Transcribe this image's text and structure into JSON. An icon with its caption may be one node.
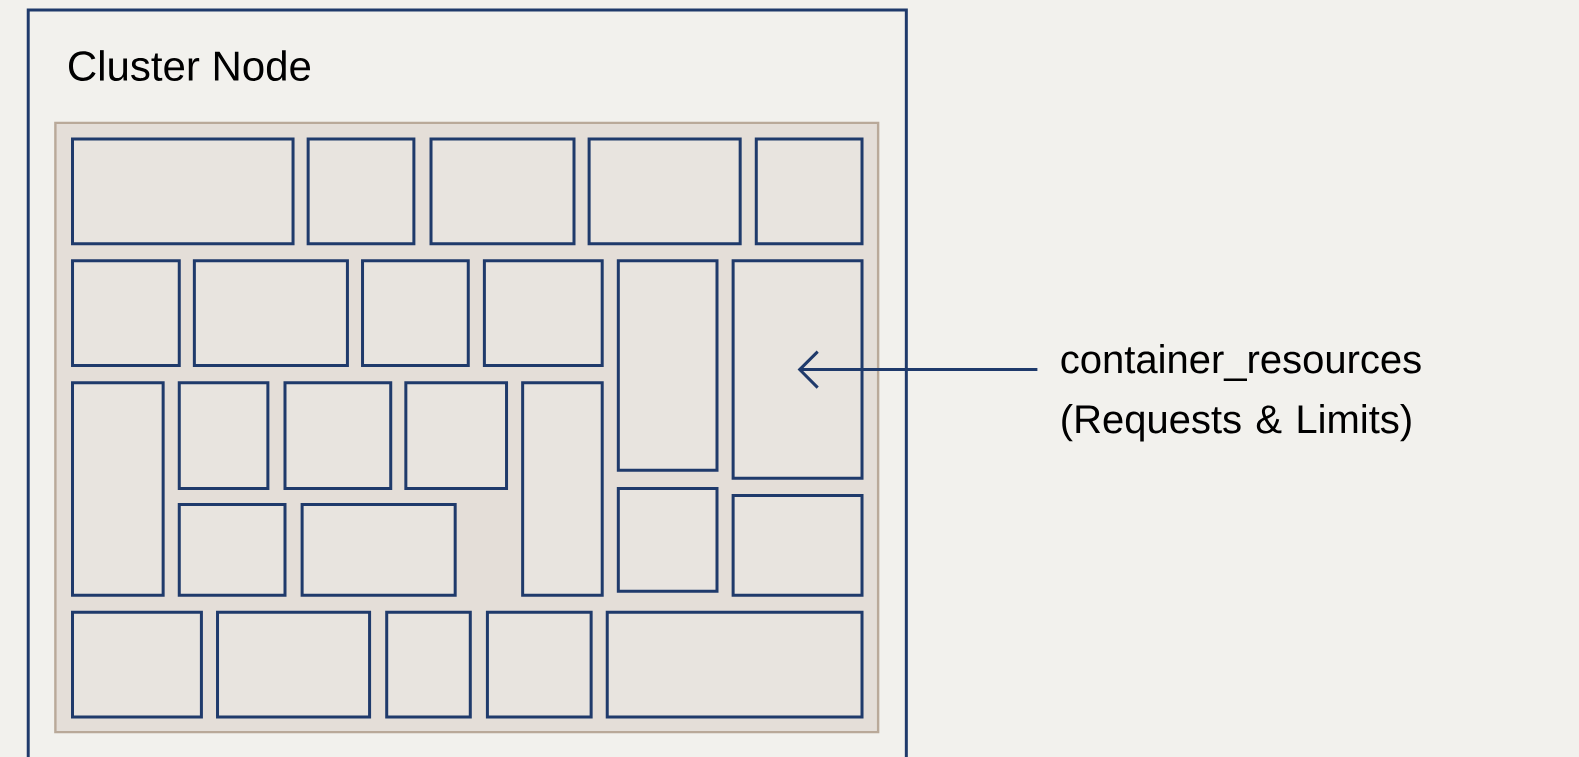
{
  "diagram": {
    "nodes": [
      {
        "text": [
          "Cluster Node"
        ]
      },
      {
        "text": [],
        "shape": "box",
        "in": 0
      },
      {
        "text": [],
        "shape": "box",
        "in": 1
      },
      {
        "text": [],
        "shape": "box",
        "in": 1
      },
      {
        "text": [],
        "shape": "box",
        "in": 1
      },
      {
        "text": [],
        "shape": "box",
        "in": 1
      },
      {
        "text": [],
        "shape": "box",
        "in": 1
      },
      {
        "text": [],
        "shape": "box",
        "in": 1
      },
      {
        "text": [],
        "shape": "box",
        "in": 1
      },
      {
        "text": [],
        "shape": "box",
        "in": 1
      },
      {
        "text": [],
        "shape": "box",
        "in": 1
      },
      {
        "text": [],
        "shape": "box",
        "in": 1
      },
      {
        "text": [],
        "shape": "box",
        "in": 1
      },
      {
        "text": [],
        "shape": "box",
        "in": 1
      },
      {
        "text": [],
        "shape": "box",
        "in": 1
      },
      {
        "text": [],
        "shape": "box",
        "in": 1
      },
      {
        "text": [],
        "shape": "box",
        "in": 1
      },
      {
        "text": [],
        "shape": "box",
        "in": 1
      },
      {
        "text": [],
        "shape": "box",
        "in": 1
      },
      {
        "text": [],
        "shape": "box",
        "in": 1
      },
      {
        "text": [],
        "shape": "box",
        "in": 1
      },
      {
        "text": [],
        "shape": "box",
        "in": 1
      },
      {
        "text": [],
        "shape": "box",
        "in": 1
      },
      {
        "text": [],
        "shape": "box",
        "in": 1
      },
      {
        "text": [],
        "shape": "box",
        "in": 1
      },
      {
        "text": [],
        "shape": "box",
        "in": 1
      },
      {
        "text": [],
        "shape": "box",
        "in": 1
      },
      {
        "text": [
          "container_resources (Requests & Limits)"
        ]
      }
    ],
    "edges": [
      {
        "from": 27,
        "to": 12,
        "arrow": "to"
      }
    ]
  }
}
